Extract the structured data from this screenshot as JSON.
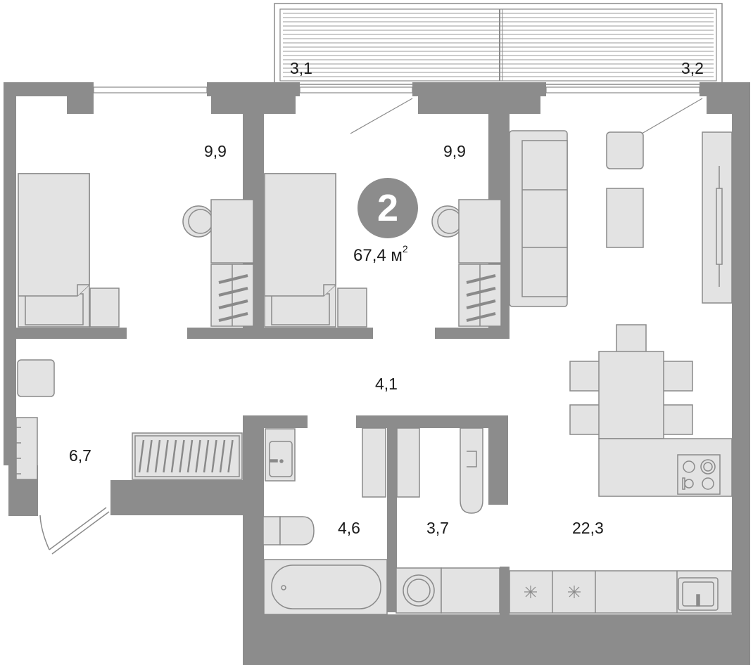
{
  "plan": {
    "rooms_count": "2",
    "total_area": "67,4 м",
    "total_area_unit_sup": "2",
    "room_areas": {
      "balcony_left": "3,1",
      "balcony_right": "3,2",
      "bedroom_left": "9,9",
      "bedroom_right": "9,9",
      "corridor": "4,1",
      "hall": "6,7",
      "bathroom": "4,6",
      "wc": "3,7",
      "kitchen_living": "22,3"
    }
  },
  "colors": {
    "wall": "#8c8c8c",
    "furniture": "#e3e3e3",
    "furniture_stroke": "#8a8a8a",
    "badge": "#8c8c8c",
    "text": "#1a1a1a"
  },
  "icons": [
    "bed-icon",
    "chair-icon",
    "desk-icon",
    "wardrobe-icon",
    "sofa-icon",
    "table-icon",
    "sink-icon",
    "toilet-icon",
    "bathtub-icon",
    "washing-machine-icon",
    "stove-icon",
    "fridge-icon"
  ]
}
